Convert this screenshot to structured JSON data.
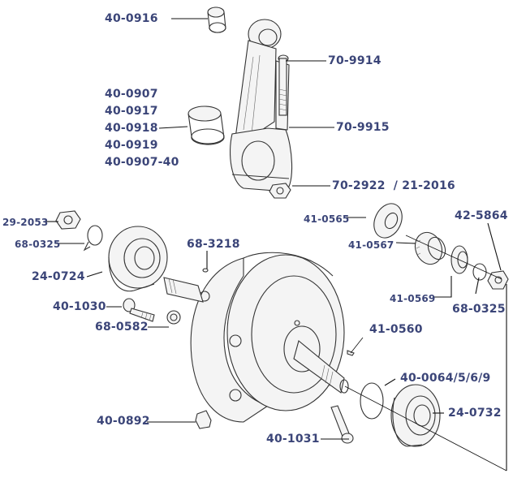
{
  "diagram": {
    "type": "exploded-parts-diagram",
    "subject": "crankshaft and connecting rod assembly",
    "label_color": "#3b4578",
    "labels": {
      "small_end_bush": "40-0916",
      "conrod_bolt": "70-9914",
      "big_end_shells": [
        "40-0907",
        "40-0917",
        "40-0918",
        "40-0919",
        "40-0907-40"
      ],
      "conrod": "70-9915",
      "conrod_nut": "70-2922  / 21-2016",
      "left_nut": "29-2053",
      "left_tab_washer": "68-0325",
      "left_main_bearing": "24-0724",
      "sludge_trap_plug": "68-3218",
      "left_oil_plug": "40-1030",
      "left_washer": "68-0582",
      "oil_seal": "41-0565",
      "pinion_gear_outer": "41-0567",
      "right_nut": "42-5864",
      "pinion_gear_inner": "41-0569",
      "right_tab_washer": "68-0325",
      "woodruff_key": "41-0560",
      "shims": "40-0064/5/6/9",
      "flywheel_bolt": "40-0892",
      "right_main_bearing": "24-0732",
      "right_oil_plug": "40-1031"
    }
  }
}
